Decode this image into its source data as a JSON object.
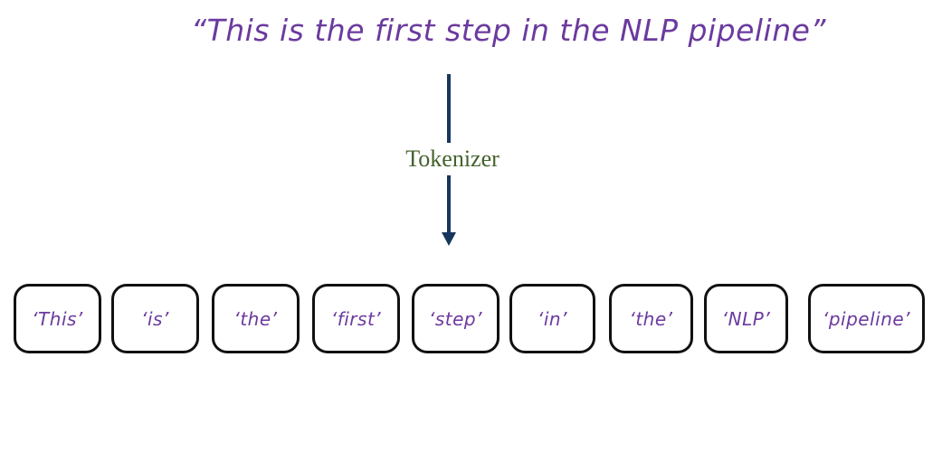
{
  "title": {
    "text": "“This is the first step in the NLP pipeline”"
  },
  "process": {
    "label": "Tokenizer"
  },
  "tokens": [
    "‘This’",
    "‘is’",
    "‘the’",
    "‘first’",
    "‘step’",
    "‘in’",
    "‘the’",
    "‘NLP’",
    "‘pipeline’"
  ],
  "colors": {
    "purple": "#6B3A9E",
    "navy": "#17365D",
    "green": "#44622D",
    "box_border": "#111111",
    "background": "#FFFFFF"
  },
  "diagram": {
    "type": "flow",
    "description_elements": [
      "input-sentence",
      "tokenizer-arrow",
      "token-boxes"
    ]
  }
}
